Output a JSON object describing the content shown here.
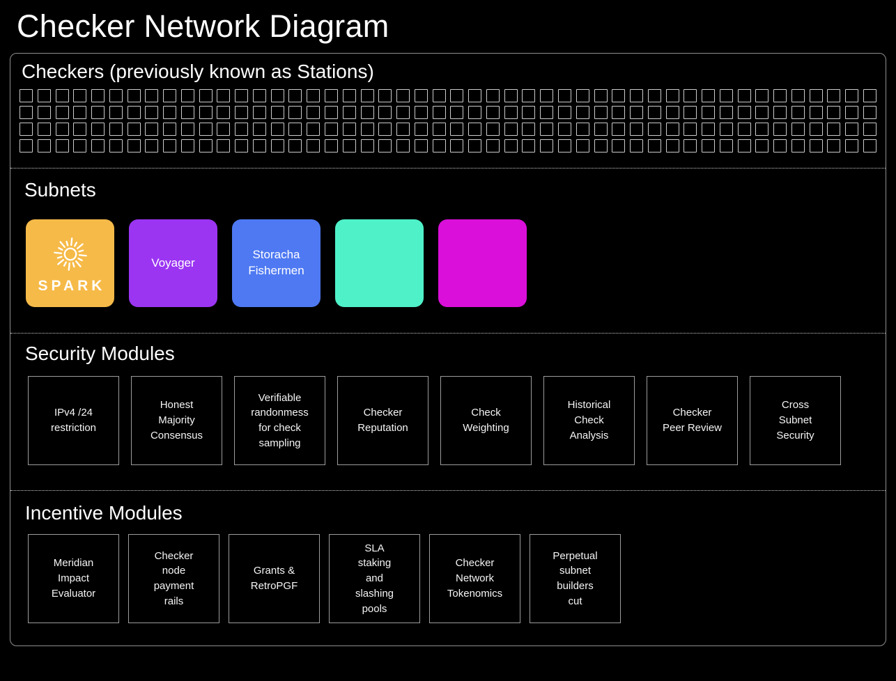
{
  "page": {
    "title": "Checker Network Diagram"
  },
  "checkers": {
    "heading": "Checkers (previously known as Stations)",
    "grid": {
      "rows": 4,
      "columns": 48
    }
  },
  "subnets": {
    "heading": "Subnets",
    "tiles": [
      {
        "name": "spark",
        "label": "SPARK",
        "color": "#f6ba48",
        "logo": "sun-icon"
      },
      {
        "name": "voyager",
        "label": "Voyager",
        "color": "#9b35f2"
      },
      {
        "name": "storacha-fishermen",
        "label": "Storacha\nFishermen",
        "color": "#4e79f2"
      },
      {
        "name": "unnamed-teal",
        "label": "",
        "color": "#4ff1c8"
      },
      {
        "name": "unnamed-magenta",
        "label": "",
        "color": "#da0fd9"
      }
    ]
  },
  "security_modules": {
    "heading": "Security Modules",
    "items": [
      "IPv4 /24\nrestriction",
      "Honest\nMajority\nConsensus",
      "Verifiable\nrandonmess\nfor check\nsampling",
      "Checker\nReputation",
      "Check\nWeighting",
      "Historical\nCheck\nAnalysis",
      "Checker\nPeer Review",
      "Cross\nSubnet\nSecurity"
    ]
  },
  "incentive_modules": {
    "heading": "Incentive Modules",
    "items": [
      "Meridian\nImpact\nEvaluator",
      "Checker\nnode\npayment\nrails",
      "Grants &\nRetroPGF",
      "SLA\nstaking\nand\nslashing\npools",
      "Checker\nNetwork\nTokenomics",
      "Perpetual\nsubnet\nbuilders\ncut"
    ]
  }
}
